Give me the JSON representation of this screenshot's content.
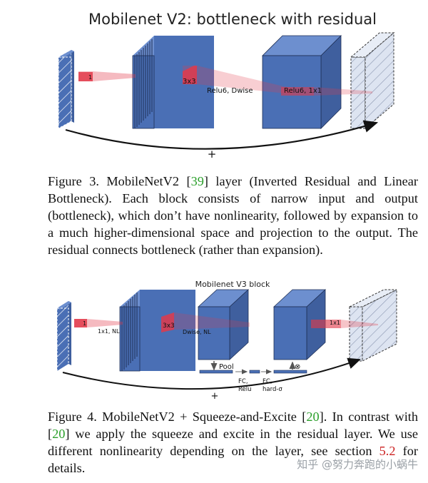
{
  "figure3": {
    "title": "Mobilenet V2: bottleneck with residual",
    "labels": {
      "input_kernel": "1",
      "dwise_kernel": "3x3",
      "relu_dwise": "Relu6, Dwise",
      "relu_1x1": "Relu6, 1x1",
      "residual": "+"
    },
    "caption": {
      "prefix": "Figure 3. MobileNetV2 [",
      "ref": "39",
      "body": "] layer (Inverted Residual and Linear Bottleneck). Each block consists of narrow input and output (bottleneck), which don’t have nonlinearity, followed by expansion to a much higher-dimensional space and projection to the output. The residual connects bottleneck (rather than expansion)."
    }
  },
  "figure4": {
    "title": "Mobilenet V3 block",
    "labels": {
      "input_kernel": "1",
      "expand": "1x1, NL",
      "dwise_kernel": "3x3",
      "dwise": "Dwise, NL",
      "project_kernel": "1x1",
      "pool": "Pool",
      "fc_relu_1": "FC,",
      "fc_relu_2": "Relu",
      "fc_hard_1": "FC,",
      "fc_hard_2": "hard-σ",
      "multiply": "⊗",
      "residual": "+"
    },
    "caption": {
      "p1": "Figure 4. MobileNetV2 + Squeeze-and-Excite [",
      "ref1": "20",
      "p2": "]. In contrast with [",
      "ref2": "20",
      "p3": "] we apply the squeeze and excite in the residual layer. We use different nonlinearity depending on the layer, see section ",
      "ref3": "5.2",
      "p4": " for details."
    }
  },
  "watermark": "知乎 @努力奔跑的小蜗牛",
  "colors": {
    "block_fill": "#4a6fb5",
    "block_side": "#3f5f9e",
    "block_top": "#6d8fcf",
    "bottleneck_fill": "#dde4f1",
    "highlight": "#e23a4a",
    "ref_green": "#2ca02c",
    "ref_red": "#cc2222"
  }
}
